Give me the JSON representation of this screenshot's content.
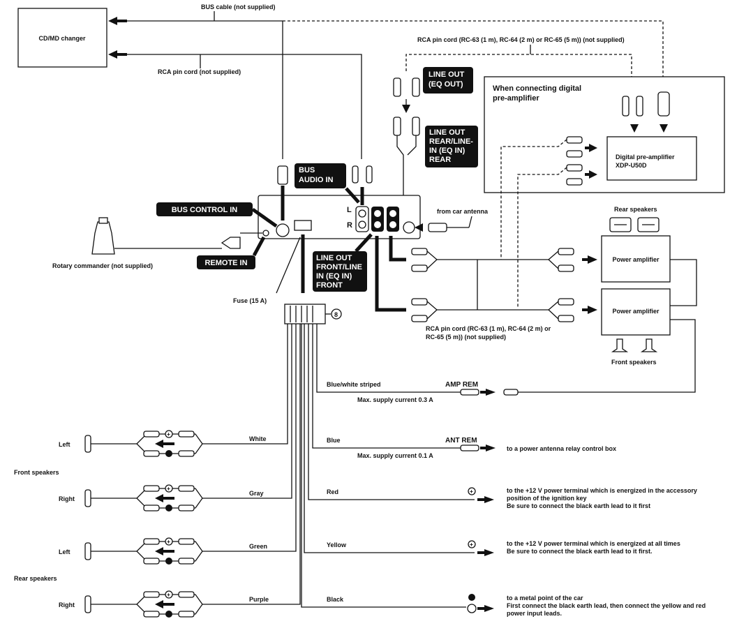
{
  "boxes": {
    "cd_md_changer": "CD/MD changer",
    "digital_preamp": "Digital pre-amplifier\nXDP-U50D",
    "digital_group_title": "When connecting digital\npre-amplifier",
    "power_amp_rear": "Power amplifier",
    "power_amp_front": "Power amplifier"
  },
  "callouts": {
    "line_out_eq_out": "LINE OUT\n(EQ OUT)",
    "line_out_rear": "LINE OUT\nREAR/LINE-\nIN (EQ IN)\nREAR",
    "bus_audio_in": "BUS\nAUDIO IN",
    "bus_control_in": "BUS CONTROL IN",
    "remote_in": "REMOTE IN",
    "line_out_front": "LINE OUT\nFRONT/LINE\nIN (EQ IN)\nFRONT"
  },
  "labels": {
    "bus_cable": "BUS cable (not supplied)",
    "rca_cord_top": "RCA pin cord (RC-63 (1 m), RC-64 (2 m) or RC-65 (5 m)) (not supplied)",
    "rca_cord_changer": "RCA pin cord (not supplied)",
    "from_antenna": "from car antenna",
    "rear_speakers_top": "Rear speakers",
    "front_speakers_right": "Front speakers",
    "rotary_commander": "Rotary commander (not supplied)",
    "fuse": "Fuse (15 A)",
    "rca_cord_bottom": "RCA pin cord (RC-63 (1 m), RC-64 (2 m) or\nRC-65 (5 m)) (not supplied)",
    "l": "L",
    "r": "R",
    "circled_8": "8",
    "front_speakers_left": "Front speakers",
    "rear_speakers_left": "Rear speakers",
    "plus": "+",
    "minus": "−"
  },
  "speakers": [
    {
      "side": "Left",
      "wire": "White"
    },
    {
      "side": "Right",
      "wire": "Gray"
    },
    {
      "side": "Left",
      "wire": "Green"
    },
    {
      "side": "Right",
      "wire": "Purple"
    }
  ],
  "leads": [
    {
      "wire": "Blue/white striped",
      "terminal": "AMP REM",
      "note": "Max. supply current 0.3 A",
      "dest": ""
    },
    {
      "wire": "Blue",
      "terminal": "ANT REM",
      "note": "Max. supply current 0.1 A",
      "dest": "to a power antenna relay control box"
    },
    {
      "wire": "Red",
      "terminal": "",
      "note": "",
      "dest": "to the +12 V power terminal which is energized in the accessory\nposition of the ignition key\nBe sure to connect the black earth lead to it first"
    },
    {
      "wire": "Yellow",
      "terminal": "",
      "note": "",
      "dest": "to the +12 V power terminal which is energized at all times\nBe sure to connect the black earth lead to it first."
    },
    {
      "wire": "Black",
      "terminal": "",
      "note": "",
      "dest": "to a metal point of the car\nFirst connect the black earth lead, then connect the yellow and red\npower input leads."
    }
  ]
}
